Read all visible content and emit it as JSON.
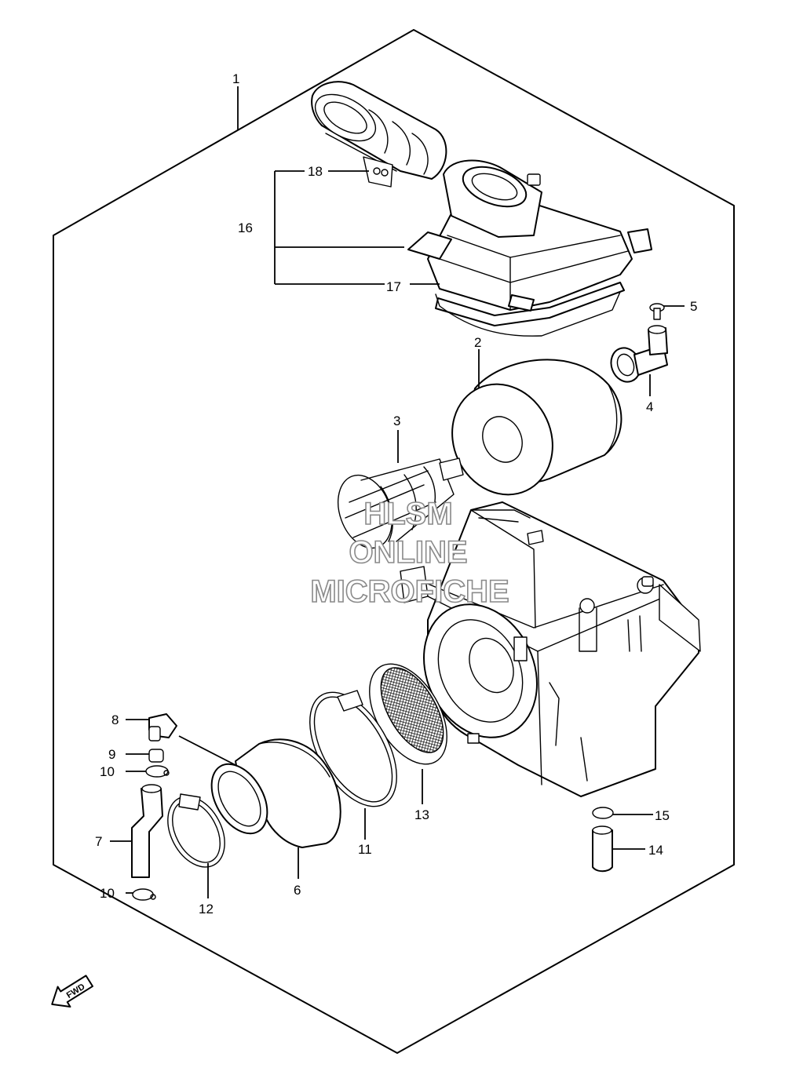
{
  "part_labels": {
    "p1": "1",
    "p2": "2",
    "p3": "3",
    "p4": "4",
    "p5": "5",
    "p6": "6",
    "p7": "7",
    "p8": "8",
    "p9": "9",
    "p10a": "10",
    "p10b": "10",
    "p11": "11",
    "p12": "12",
    "p13": "13",
    "p14": "14",
    "p15": "15",
    "p16": "16",
    "p17": "17",
    "p18": "18"
  },
  "watermark": {
    "line1": "HLSM",
    "line2": "ONLINE",
    "line3": "MICROFICHE"
  },
  "direction_badge": "FWD"
}
